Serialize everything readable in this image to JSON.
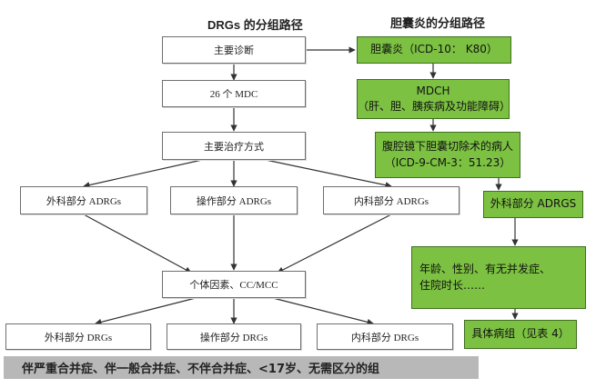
{
  "titles": {
    "left": "DRGs 的分组路径",
    "right": "胆囊炎的分组路径"
  },
  "left_flow": {
    "main_diagnosis": "主要诊断",
    "mdc": "26 个 MDC",
    "main_treatment": "主要治疗方式",
    "surgical_adrgs": "外科部分 ADRGs",
    "operation_adrgs": "操作部分 ADRGs",
    "internal_adrgs": "内科部分 ADRGs",
    "individual_factors": "个体因素、CC/MCC",
    "surgical_drgs": "外科部分 DRGs",
    "operation_drgs": "操作部分 DRGs",
    "internal_drgs": "内科部分 DRGs"
  },
  "right_flow": {
    "cholecystitis": "胆囊炎（ICD-10：  K80）",
    "mdch_line1": "MDCH",
    "mdch_line2": "（肝、胆、胰疾病及功能障碍）",
    "lap_line1": "腹腔镜下胆囊切除术的病人",
    "lap_line2": "（ICD-9-CM-3：51.23）",
    "surgical_adrgs": "外科部分 ADRGS",
    "factors_line1": "年龄、性别、有无并发症、",
    "factors_line2": "住院时长……",
    "specific_group": "具体病组（见表 4）"
  },
  "bottom_bar": "伴严重合并症、伴一般合并症、不伴合并症、<17岁、无需区分的组",
  "colors": {
    "green_box": "#7cc142",
    "bottom_bar": "#b8b8b8"
  }
}
